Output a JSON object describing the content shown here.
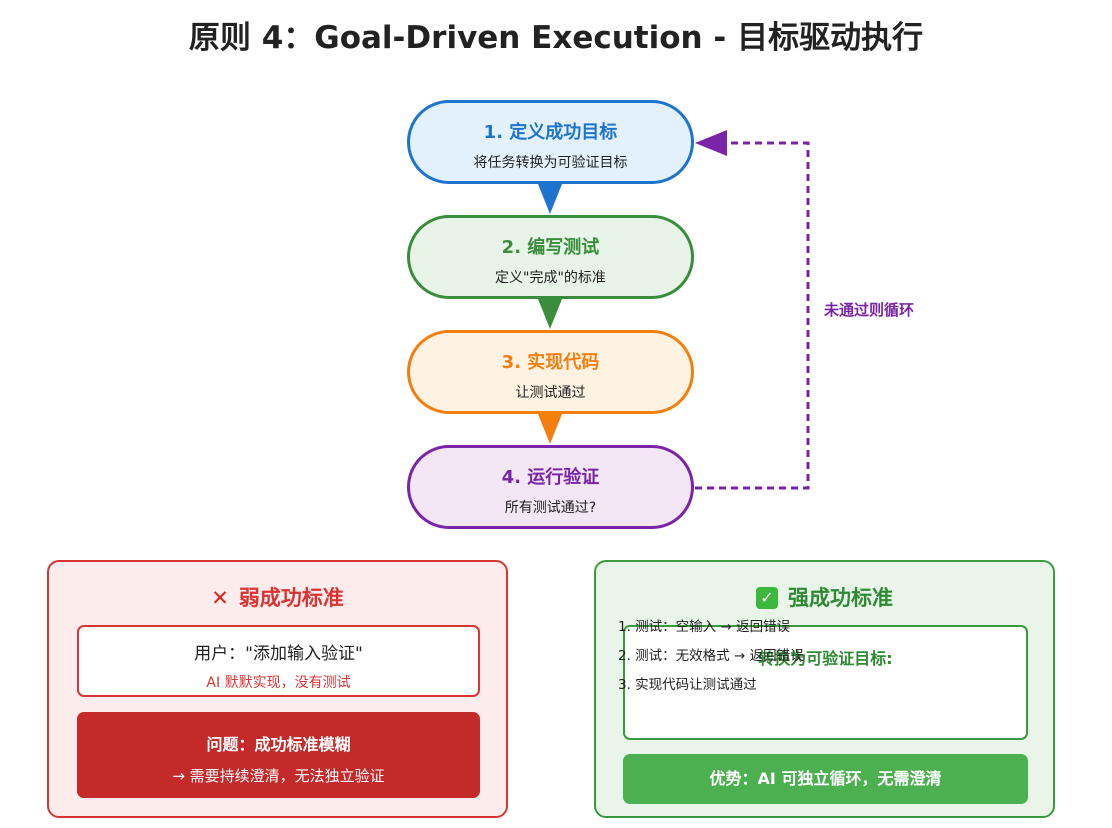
{
  "title": "原则 4：Goal-Driven Execution - 目标驱动执行",
  "flow": {
    "steps": [
      {
        "title": "1. 定义成功目标",
        "subtitle": "将任务转换为可验证目标",
        "color": "#1e73cf"
      },
      {
        "title": "2. 编写测试",
        "subtitle": "定义\"完成\"的标准",
        "color": "#3a8d3d"
      },
      {
        "title": "3. 实现代码",
        "subtitle": "让测试通过",
        "color": "#f47f0f"
      },
      {
        "title": "4. 运行验证",
        "subtitle": "所有测试通过?",
        "color": "#7a25a8"
      }
    ],
    "loop_label": "未通过则循环"
  },
  "weak": {
    "heading_icon": "cross-mark-icon",
    "heading": "弱成功标准",
    "user_line": "用户：\"添加输入验证\"",
    "ai_line": "AI 默默实现，没有测试",
    "problem_title": "问题：成功标准模糊",
    "problem_sub": "→ 需要持续澄清，无法独立验证",
    "color": "#d93434"
  },
  "strong": {
    "heading_icon": "check-mark-icon",
    "heading": "强成功标准",
    "box_title": "转换为可验证目标:",
    "steps": [
      "1. 测试：空输入 → 返回错误",
      "2. 测试：无效格式 → 返回错误",
      "3. 实现代码让测试通过"
    ],
    "advantage": "优势：AI 可独立循环，无需澄清",
    "color": "#3a9a3f"
  }
}
